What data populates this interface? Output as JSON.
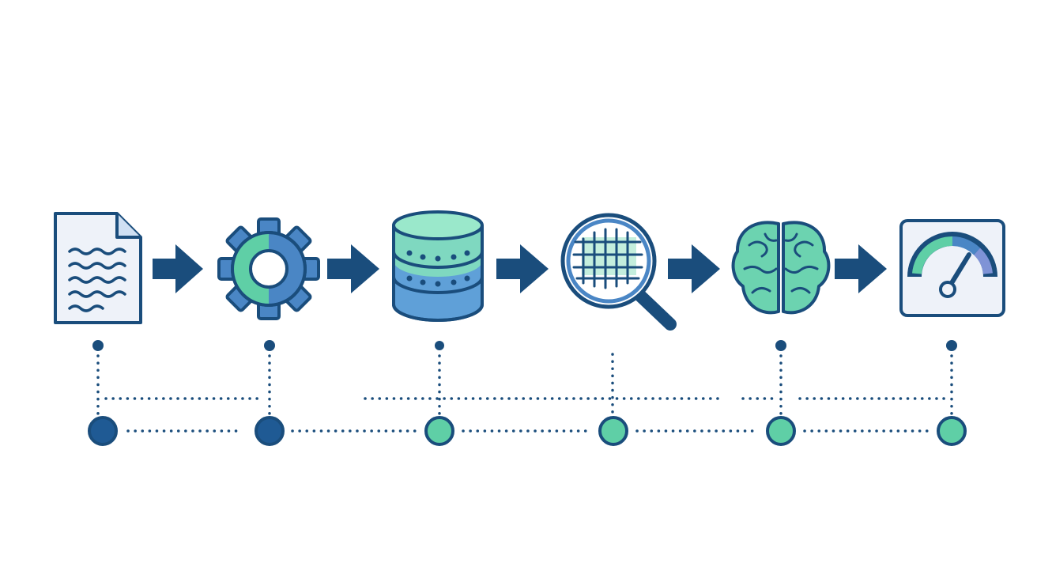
{
  "colors": {
    "navy": "#1a4d7c",
    "blue": "#4a86c5",
    "teal": "#5fcfa6",
    "mint": "#9ae8cb",
    "paper": "#eef2f9",
    "lavender": "#7f93d6",
    "white": "#ffffff"
  },
  "stages": [
    {
      "icon": "document-icon",
      "marker": "navy"
    },
    {
      "icon": "gear-icon",
      "marker": "navy"
    },
    {
      "icon": "database-icon",
      "marker": "teal"
    },
    {
      "icon": "magnifier-grid-icon",
      "marker": "teal"
    },
    {
      "icon": "brain-icon",
      "marker": "teal"
    },
    {
      "icon": "gauge-icon",
      "marker": "teal"
    }
  ]
}
